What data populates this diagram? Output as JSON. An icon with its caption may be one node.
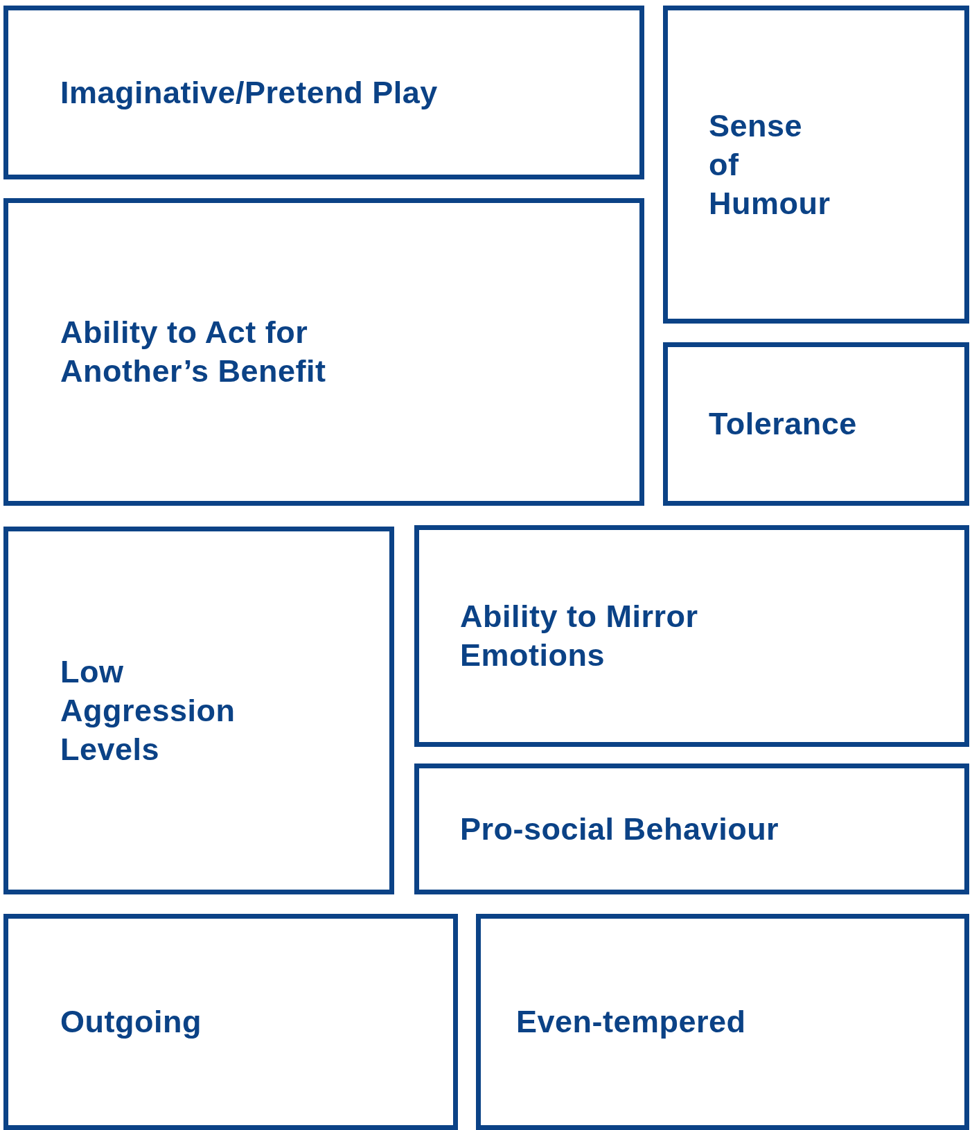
{
  "diagram": {
    "nodes": [
      {
        "text": [
          "Imaginative/Pretend Play"
        ]
      },
      {
        "text": [
          "Sense of Humour"
        ]
      },
      {
        "text": [
          "Ability to Act for Another’s Benefit"
        ]
      },
      {
        "text": [
          "Tolerance"
        ]
      },
      {
        "text": [
          "Low Aggression Levels"
        ]
      },
      {
        "text": [
          "Ability to Mirror Emotions"
        ]
      },
      {
        "text": [
          "Pro-social Behaviour"
        ]
      },
      {
        "text": [
          "Outgoing"
        ]
      },
      {
        "text": [
          "Even-tempered"
        ]
      }
    ]
  }
}
